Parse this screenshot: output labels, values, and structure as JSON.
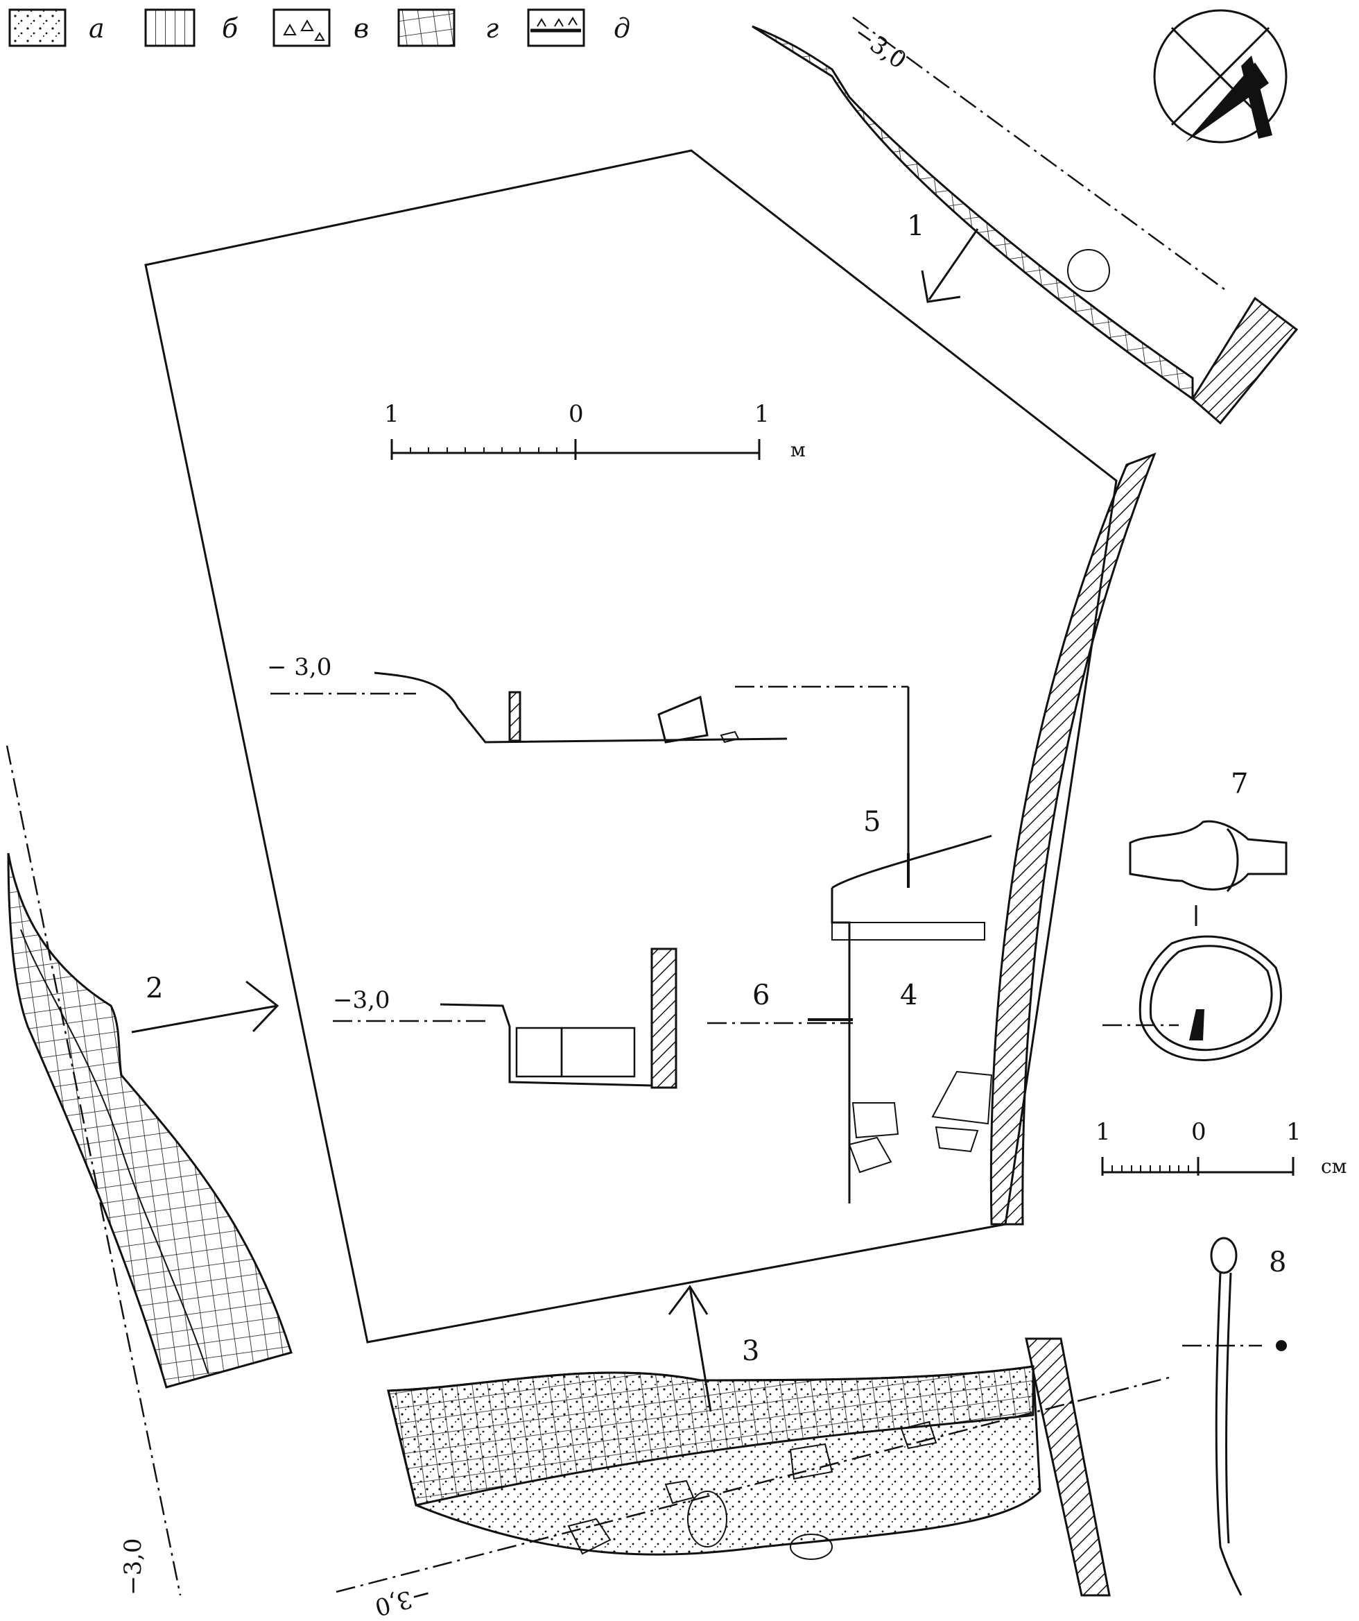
{
  "legend": [
    {
      "key": "a",
      "label": "а"
    },
    {
      "key": "b",
      "label": "б"
    },
    {
      "key": "v",
      "label": "в"
    },
    {
      "key": "g",
      "label": "г"
    },
    {
      "key": "d",
      "label": "д"
    }
  ],
  "figure_numbers": {
    "n1": "1",
    "n2": "2",
    "n3": "3",
    "n4": "4",
    "n5": "5",
    "n6": "6",
    "n7": "7",
    "n8": "8"
  },
  "depth_marks": {
    "top": "−3,0",
    "left": "−3,0",
    "bottom": "−3,0",
    "section_upper": "− 3,0",
    "section_lower": "−3,0"
  },
  "scale_m": {
    "left": "1",
    "mid": "0",
    "right": "1",
    "unit": "м"
  },
  "scale_cm": {
    "left": "1",
    "mid": "0",
    "right": "1",
    "unit": "см"
  }
}
